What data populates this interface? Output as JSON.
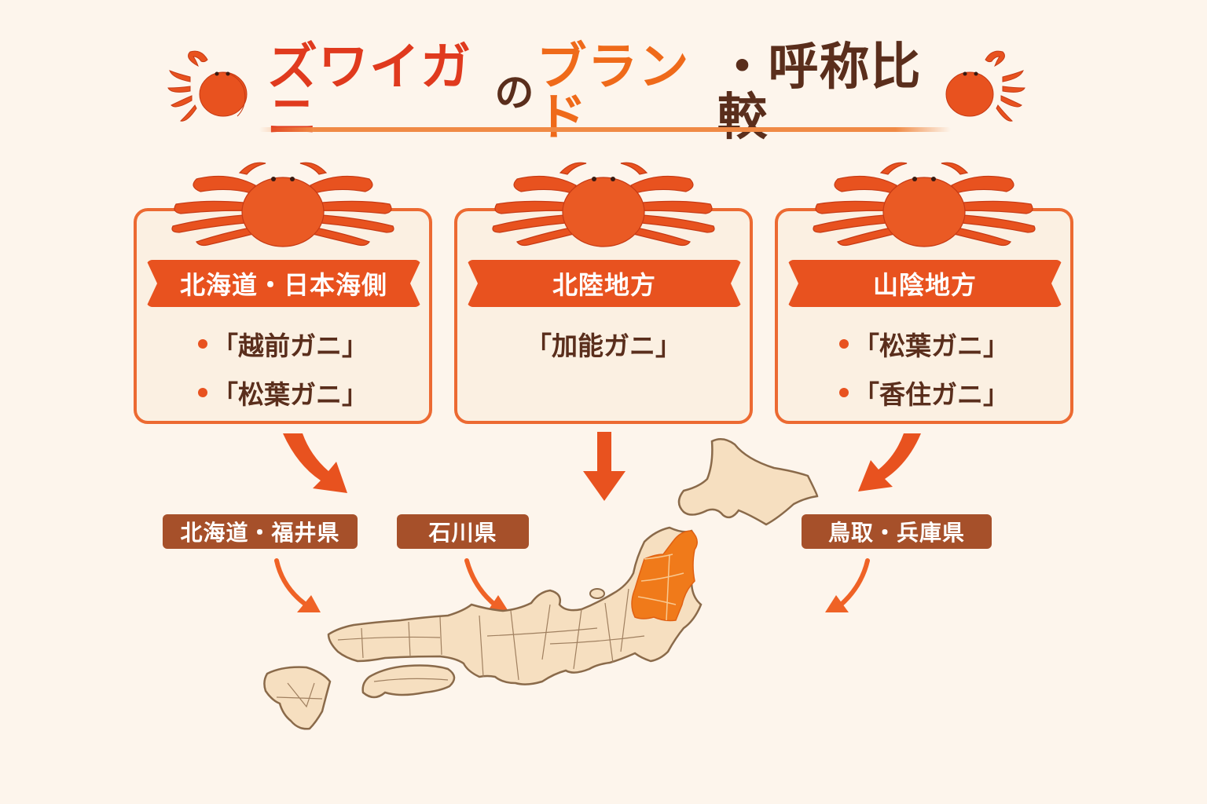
{
  "title": {
    "part1": "ズワイガニ",
    "part2": "の",
    "part3": "ブランド",
    "part4": "・呼称比較",
    "full": "ズワイガニのブランド・呼称比較"
  },
  "colors": {
    "background": "#fdf5ec",
    "card_bg": "#fbf0e2",
    "card_border": "#ec6a32",
    "banner": "#e8521f",
    "text_dark": "#5a2e1c",
    "title_red": "#e03a1e",
    "title_orange": "#ef6a1a",
    "pref_label": "#a6502a",
    "arrow": "#e8521f",
    "map_land": "#f6dfc0",
    "map_border": "#8a6a4a",
    "map_highlight": "#f07a1a"
  },
  "regions": [
    {
      "name": "北海道・日本海側",
      "brands": [
        "「越前ガニ」",
        "「松葉ガニ」"
      ],
      "bulleted": true,
      "prefecture_label": "北海道・福井県"
    },
    {
      "name": "北陸地方",
      "brands": [
        "「加能ガニ」"
      ],
      "bulleted": false,
      "prefecture_label": "石川県"
    },
    {
      "name": "山陰地方",
      "brands": [
        "「松葉ガニ」",
        "「香住ガニ」"
      ],
      "bulleted": true,
      "prefecture_label": "鳥取・兵庫県"
    }
  ],
  "icons": {
    "crab": "crab-icon",
    "arrow": "arrow-down-icon",
    "map": "japan-map"
  }
}
